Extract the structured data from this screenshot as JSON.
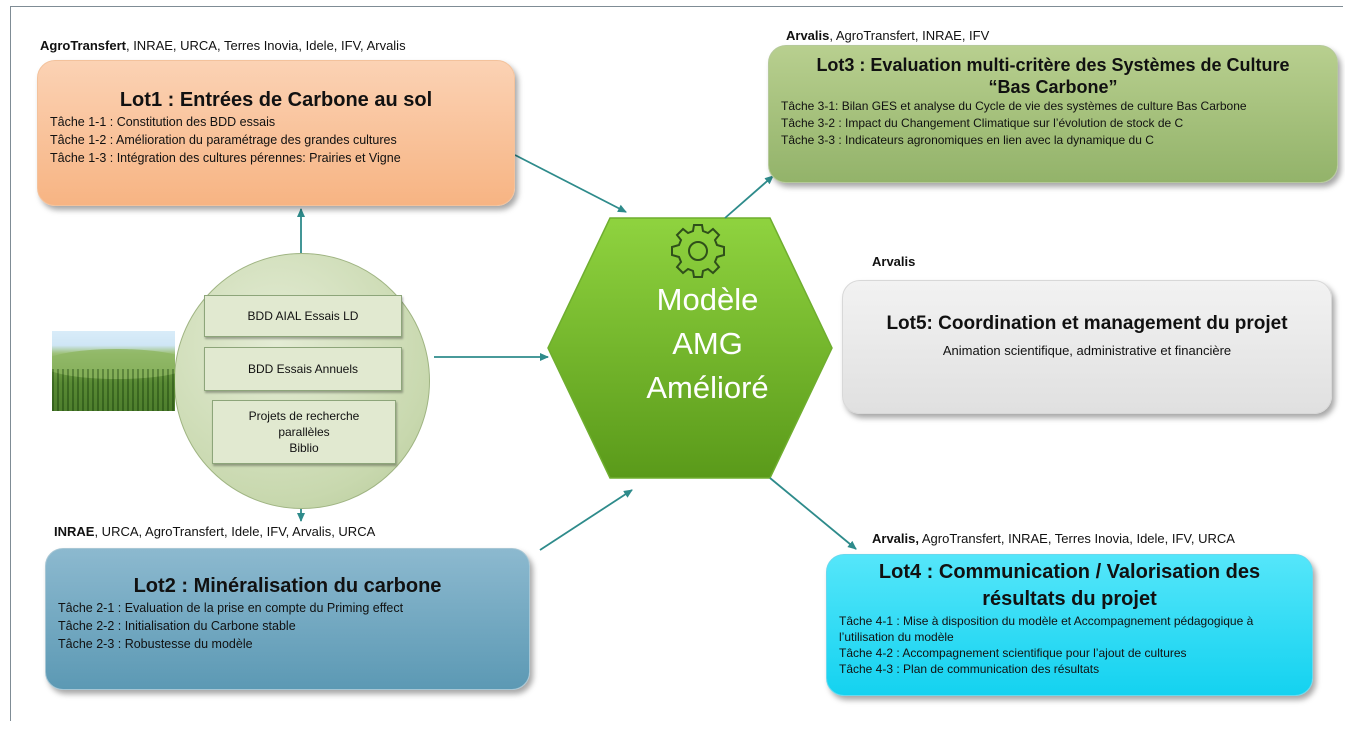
{
  "center": {
    "line1": "Modèle",
    "line2": "AMG",
    "line3": "Amélioré",
    "icon": "gear-icon",
    "color_top": "#8fd33f",
    "color_bottom": "#5a9a1a"
  },
  "lot1": {
    "partners_lead": "AgroTransfert",
    "partners_rest": ", INRAE, URCA, Terres Inovia, Idele, IFV, Arvalis",
    "title": "Lot1 : Entrées de Carbone au sol",
    "tasks": [
      "Tâche 1-1 : Constitution des BDD essais",
      "Tâche 1-2 : Amélioration du paramétrage des grandes cultures",
      "Tâche 1-3 : Intégration des cultures pérennes: Prairies et Vigne"
    ],
    "color": "#f7b483"
  },
  "lot2": {
    "partners_lead": "INRAE",
    "partners_rest": ", URCA, AgroTransfert, Idele, IFV, Arvalis, URCA",
    "title": "Lot2 : Minéralisation du carbone",
    "tasks": [
      "Tâche 2-1 : Evaluation de la prise en compte du Priming effect",
      "Tâche 2-2 : Initialisation du Carbone stable",
      "Tâche 2-3 : Robustesse du modèle"
    ],
    "color": "#5c99b4"
  },
  "lot3": {
    "partners_lead": "Arvalis",
    "partners_rest": ", AgroTransfert, INRAE, IFV",
    "title_line1": "Lot3 :  Evaluation multi-critère des Systèmes de Culture",
    "title_line2": "“Bas Carbone”",
    "tasks": [
      "Tâche 3-1:  Bilan GES et analyse du Cycle de vie des systèmes de culture Bas Carbone",
      "Tâche 3-2 : Impact du Changement Climatique sur l’évolution de stock de C",
      "Tâche 3-3 : Indicateurs agronomiques en lien avec la dynamique du C"
    ],
    "color": "#93b36a"
  },
  "lot4": {
    "partners_lead": "Arvalis,",
    "partners_rest": " AgroTransfert, INRAE, Terres Inovia, Idele, IFV, URCA",
    "title": "Lot4 : Communication / Valorisation des résultats du projet",
    "tasks": [
      "Tâche 4-1 : Mise à disposition du modèle et Accompagnement pédagogique à l’utilisation du modèle",
      "Tâche 4-2 : Accompagnement scientifique pour l’ajout de cultures",
      "Tâche 4-3 : Plan de communication des résultats"
    ],
    "color": "#14d2f0"
  },
  "lot5": {
    "partners_lead": "Arvalis",
    "title": "Lot5: Coordination et management du projet",
    "subtitle": "Animation scientifique, administrative et financière",
    "color": "#e0e0e0"
  },
  "sources": {
    "items": [
      "BDD AIAL Essais LD",
      "BDD Essais Annuels"
    ],
    "item3_lines": [
      "Projets de recherche",
      "parallèles",
      "Biblio"
    ],
    "circle_color": "#c8d8ae",
    "photo": "wheat-field-photo"
  },
  "arrow_color": "#2e8b8b"
}
